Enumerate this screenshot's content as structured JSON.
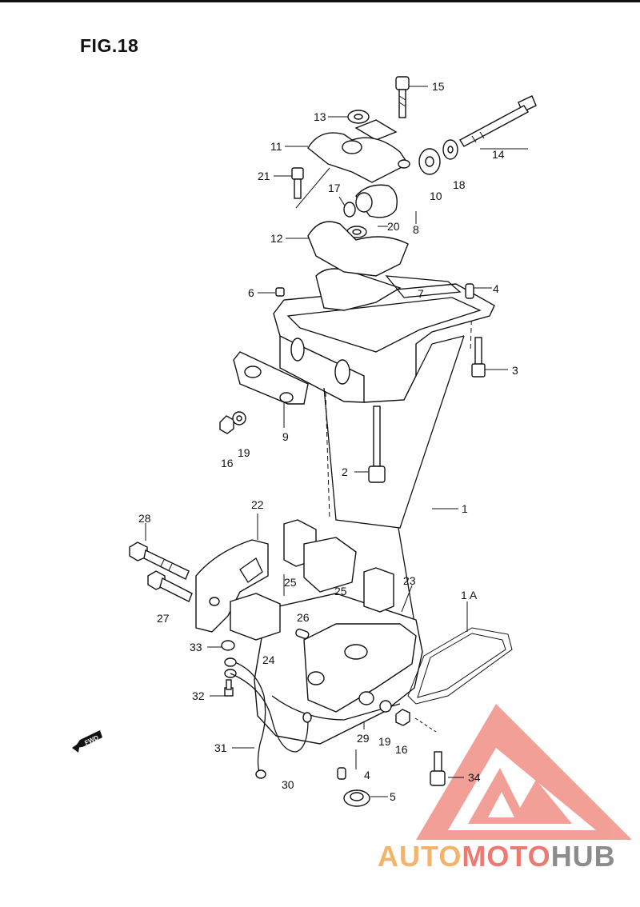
{
  "figure": {
    "title": "FIG.18"
  },
  "callouts": [
    {
      "id": "c15",
      "text": "15"
    },
    {
      "id": "c14",
      "text": "14"
    },
    {
      "id": "c13",
      "text": "13"
    },
    {
      "id": "c11",
      "text": "11"
    },
    {
      "id": "c21",
      "text": "21"
    },
    {
      "id": "c17",
      "text": "17"
    },
    {
      "id": "c10",
      "text": "10"
    },
    {
      "id": "c18",
      "text": "18"
    },
    {
      "id": "c8",
      "text": "8"
    },
    {
      "id": "c12",
      "text": "12"
    },
    {
      "id": "c20",
      "text": "20"
    },
    {
      "id": "c6",
      "text": "6"
    },
    {
      "id": "c7",
      "text": "7"
    },
    {
      "id": "c4a",
      "text": "4"
    },
    {
      "id": "c3",
      "text": "3"
    },
    {
      "id": "c9",
      "text": "9"
    },
    {
      "id": "c16a",
      "text": "16"
    },
    {
      "id": "c19a",
      "text": "19"
    },
    {
      "id": "c2",
      "text": "2"
    },
    {
      "id": "c1",
      "text": "1"
    },
    {
      "id": "c28",
      "text": "28"
    },
    {
      "id": "c22",
      "text": "22"
    },
    {
      "id": "c25a",
      "text": "25"
    },
    {
      "id": "c25b",
      "text": "25"
    },
    {
      "id": "c23",
      "text": "23"
    },
    {
      "id": "c1a",
      "text": "1 A"
    },
    {
      "id": "c27",
      "text": "27"
    },
    {
      "id": "c26",
      "text": "26"
    },
    {
      "id": "c33",
      "text": "33"
    },
    {
      "id": "c24",
      "text": "24"
    },
    {
      "id": "c32",
      "text": "32"
    },
    {
      "id": "c29",
      "text": "29"
    },
    {
      "id": "c19b",
      "text": "19"
    },
    {
      "id": "c16b",
      "text": "16"
    },
    {
      "id": "c31",
      "text": "31"
    },
    {
      "id": "c30",
      "text": "30"
    },
    {
      "id": "c4b",
      "text": "4"
    },
    {
      "id": "c5",
      "text": "5"
    },
    {
      "id": "c34",
      "text": "34"
    }
  ],
  "fwd_badge": "FWD",
  "watermark": {
    "part_a": "AUTO",
    "part_b": "MOTO",
    "part_c": "HUB",
    "logo_icon": "triangle-m-logo-icon",
    "colors": {
      "logo": "#f08f87",
      "auto": "#f3b36a",
      "moto": "#ed7a72",
      "hub": "#8c8c8c"
    }
  }
}
